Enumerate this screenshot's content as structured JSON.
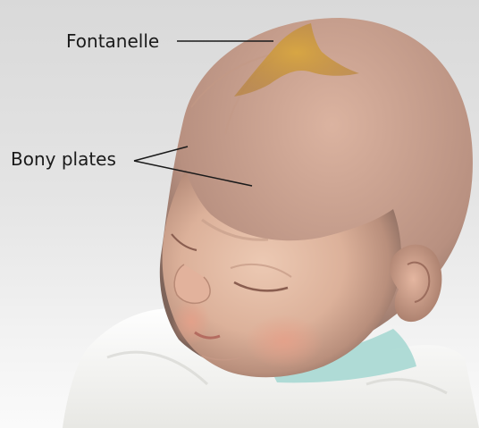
{
  "labels": {
    "fontanelle": "Fontanelle",
    "bony_plates": "Bony plates"
  },
  "colors": {
    "background": "#e0e0e0",
    "skin": "#e0b7a0",
    "fontanelle": "#c7912c",
    "leader_line": "#1a1a1a",
    "blanket": "#f4f4f1",
    "collar": "#a7d8d3"
  },
  "subject": "infant-head-illustration"
}
